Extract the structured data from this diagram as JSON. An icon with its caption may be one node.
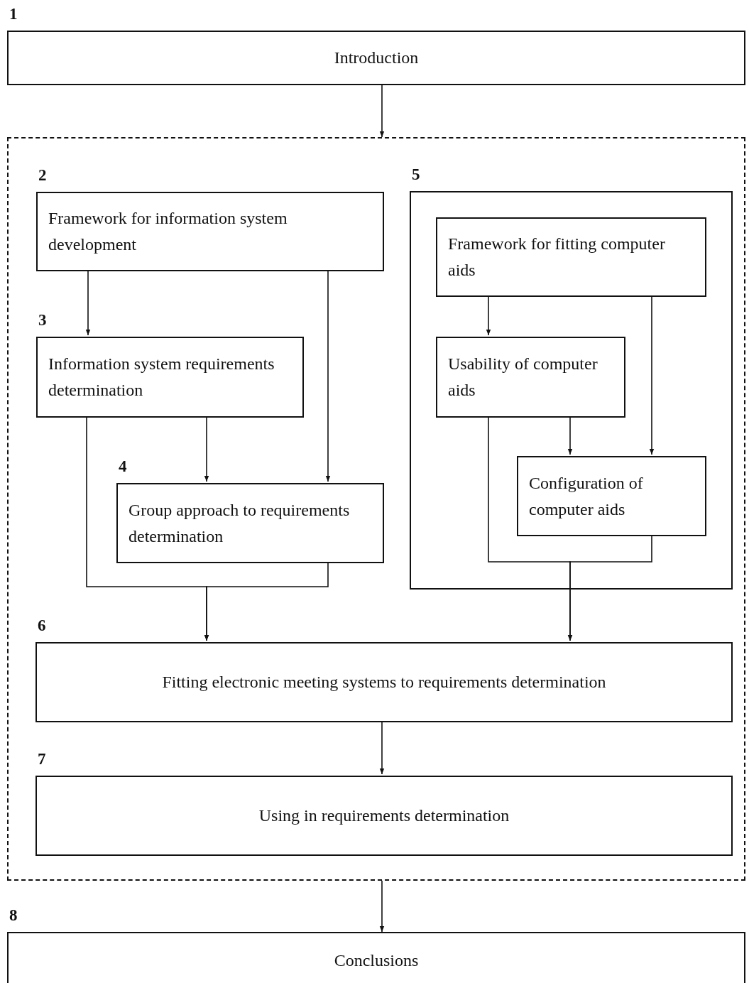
{
  "diagram": {
    "nodes": [
      {
        "text": [
          "1",
          "Introduction"
        ]
      },
      {
        "text": [],
        "shape": "box"
      },
      {
        "text": [
          "2",
          "Framework for information system development"
        ],
        "in": 1
      },
      {
        "text": [
          "3",
          "Information system requirements determination"
        ],
        "in": 1
      },
      {
        "text": [
          "4",
          "Group approach to requirements determination"
        ],
        "in": 1
      },
      {
        "text": [
          "5"
        ],
        "in": 1
      },
      {
        "text": [
          "Framework for fitting computer aids"
        ],
        "in": 5
      },
      {
        "text": [
          "Usability of computer aids"
        ],
        "in": 5
      },
      {
        "text": [
          "Configuration of computer aids"
        ],
        "in": 5
      },
      {
        "text": [
          "6",
          "Fitting electronic meeting systems to requirements determination"
        ],
        "in": 1
      },
      {
        "text": [
          "7",
          "Using in requirements determination"
        ],
        "in": 1
      },
      {
        "text": [
          "8",
          "Conclusions"
        ]
      }
    ],
    "edges": [
      {
        "from": 0,
        "to": 1,
        "arrow": "to"
      },
      {
        "from": 2,
        "to": 3,
        "arrow": "to"
      },
      {
        "from": 2,
        "to": 4,
        "arrow": "to"
      },
      {
        "from": 3,
        "to": 4,
        "arrow": "to"
      },
      {
        "from": 3,
        "to": 9,
        "arrow": "to"
      },
      {
        "from": 4,
        "to": 9,
        "arrow": "to"
      },
      {
        "from": 6,
        "to": 7,
        "arrow": "to"
      },
      {
        "from": 6,
        "to": 8,
        "arrow": "to"
      },
      {
        "from": 7,
        "to": 8,
        "arrow": "to"
      },
      {
        "from": 7,
        "to": 9,
        "arrow": "to"
      },
      {
        "from": 8,
        "to": 9,
        "arrow": "to"
      },
      {
        "from": 9,
        "to": 10,
        "arrow": "to"
      },
      {
        "from": 1,
        "to": 11,
        "arrow": "to"
      }
    ]
  }
}
